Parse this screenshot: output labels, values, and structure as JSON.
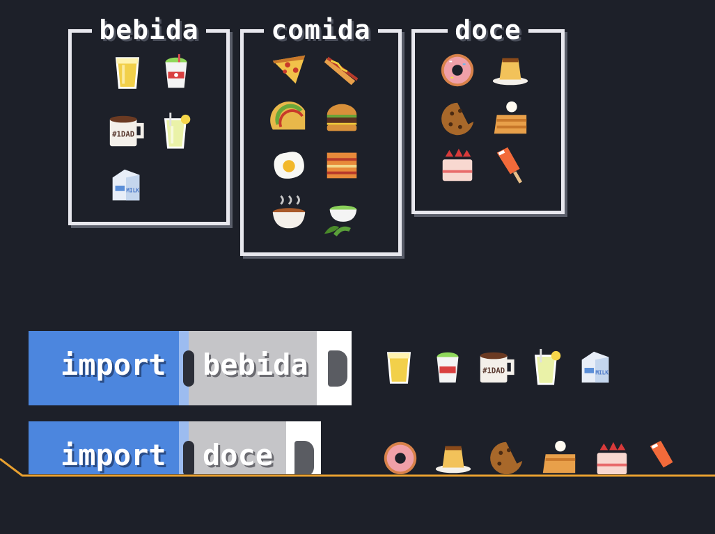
{
  "boxes": {
    "bebida": {
      "title": "bebida",
      "items": [
        "orange-juice-icon",
        "soda-cup-icon",
        "coffee-mug-icon",
        "lemonade-icon",
        "milk-carton-icon"
      ]
    },
    "comida": {
      "title": "comida",
      "items": [
        "pizza-slice-icon",
        "hotdog-icon",
        "taco-icon",
        "burger-icon",
        "fried-egg-icon",
        "lasagna-icon",
        "soup-bowl-icon",
        "edamame-bowl-icon"
      ]
    },
    "doce": {
      "title": "doce",
      "items": [
        "donut-icon",
        "flan-icon",
        "cookie-icon",
        "apple-pie-icon",
        "strawberry-cake-icon",
        "popsicle-icon"
      ]
    }
  },
  "code_rows": [
    {
      "keyword": "import",
      "module": "bebida",
      "output": [
        "orange-juice-icon",
        "soda-cup-icon",
        "coffee-mug-icon",
        "lemonade-icon",
        "milk-carton-icon"
      ]
    },
    {
      "keyword": "import",
      "module": "doce",
      "output": [
        "donut-icon",
        "flan-icon",
        "cookie-icon",
        "apple-pie-icon",
        "strawberry-cake-icon",
        "popsicle-icon"
      ]
    }
  ],
  "mug_text": "#1DAD",
  "milk_text": "MILK",
  "colors": {
    "background": "#1d2029",
    "import_block": "#4c86de",
    "module_block": "#c5c5c8",
    "box_border": "#e8e8ee",
    "ground_line": "#e8a030"
  }
}
